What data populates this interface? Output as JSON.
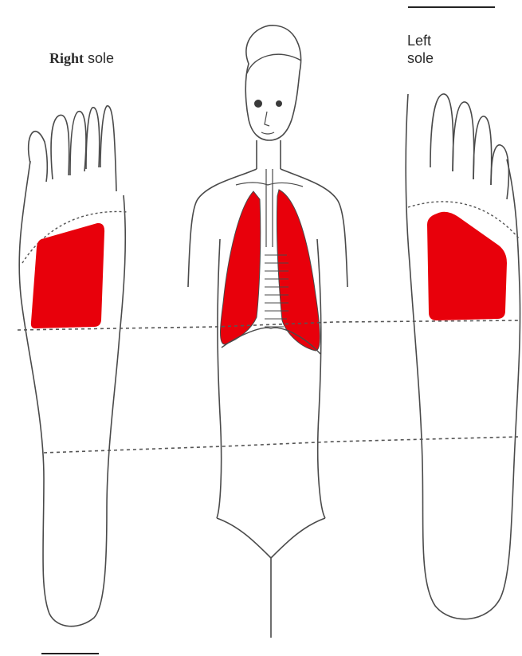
{
  "labels": {
    "right_sole_bold": "Right",
    "right_sole_rest": " sole",
    "left_sole_line1": "Left",
    "left_sole_line2": "sole"
  },
  "colors": {
    "lung_reflex": "#e8000b",
    "outline": "#4a4a4a",
    "dashed_guide": "#555555",
    "background": "#ffffff"
  },
  "highlighted_zone": "lungs"
}
